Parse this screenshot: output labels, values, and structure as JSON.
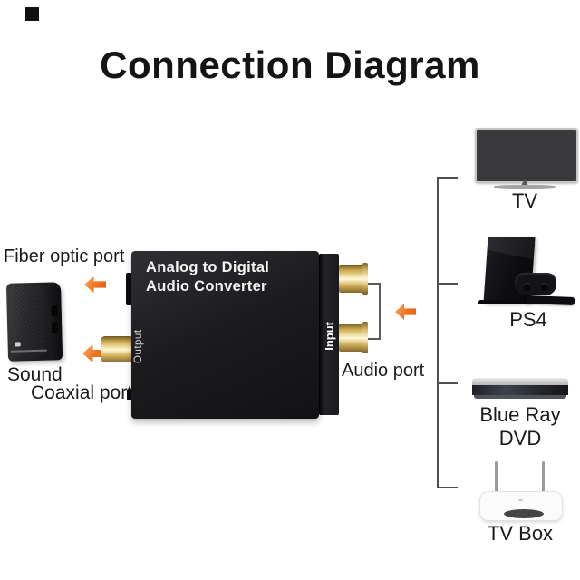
{
  "title": "Connection Diagram",
  "labels": {
    "fiber": "Fiber optic port",
    "sound": "Sound",
    "coaxial": "Coaxial port",
    "audio_port": "Audio port"
  },
  "converter": {
    "name_line1": "Analog to Digital",
    "name_line2": "Audio Converter",
    "output": "Output",
    "input": "Input"
  },
  "devices": [
    {
      "label": "TV"
    },
    {
      "label": "PS4"
    },
    {
      "label": "Blue Ray DVD"
    },
    {
      "label": "TV Box"
    }
  ],
  "icons": {
    "arrows": "left-arrow-icon",
    "speaker": "speaker-icon",
    "tv": "tv-icon",
    "ps4": "ps4-icon",
    "bluray": "bluray-player-icon",
    "tvbox": "tv-box-icon"
  },
  "colors": {
    "arrow_orange": "#ee7320",
    "converter_black": "#1c1c1f",
    "connector_gold": "#d7b763",
    "bracket_gray": "#4f4f4f",
    "text_black": "#151515",
    "background": "#ffffff"
  }
}
